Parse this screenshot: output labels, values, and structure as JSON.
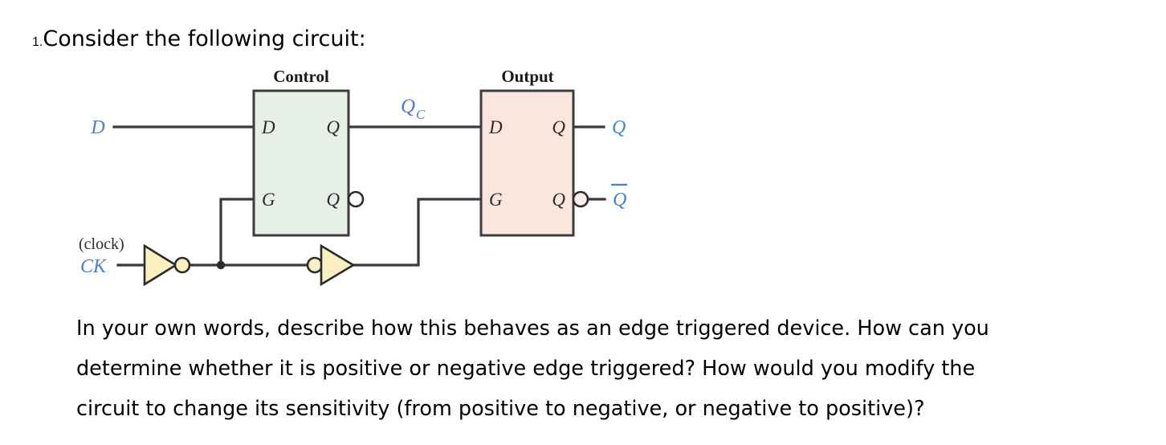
{
  "question": {
    "number": "1.",
    "prompt": "Consider the following circuit:"
  },
  "figure": {
    "title_control": "Control",
    "title_output": "Output",
    "labels": {
      "input_d": "D",
      "clock_note": "(clock)",
      "clock": "CK",
      "intermediate_q": "Q",
      "intermediate_q_sub": "C",
      "output_q": "Q",
      "output_qbar": "Q"
    },
    "control_block": {
      "pin_d": "D",
      "pin_g": "G",
      "pin_q_top": "Q",
      "pin_q_bottom": "Q"
    },
    "output_block": {
      "pin_d": "D",
      "pin_g": "G",
      "pin_q_top": "Q",
      "pin_q_bottom": "Q"
    },
    "colors": {
      "control_fill": "#e6efe8",
      "output_fill": "#fae6dd",
      "inverter_fill": "#fbeec0",
      "signal_label": "#4a80c4",
      "wire": "#3a3a3a",
      "block_stroke": "#3d3d3d"
    }
  },
  "body": {
    "line1": "In your own words, describe how this behaves as an edge triggered device. How can you",
    "line2": "determine whether it is positive or negative edge triggered? How would you modify the",
    "line3": "circuit to change its sensitivity (from positive to negative, or negative to positive)?"
  }
}
